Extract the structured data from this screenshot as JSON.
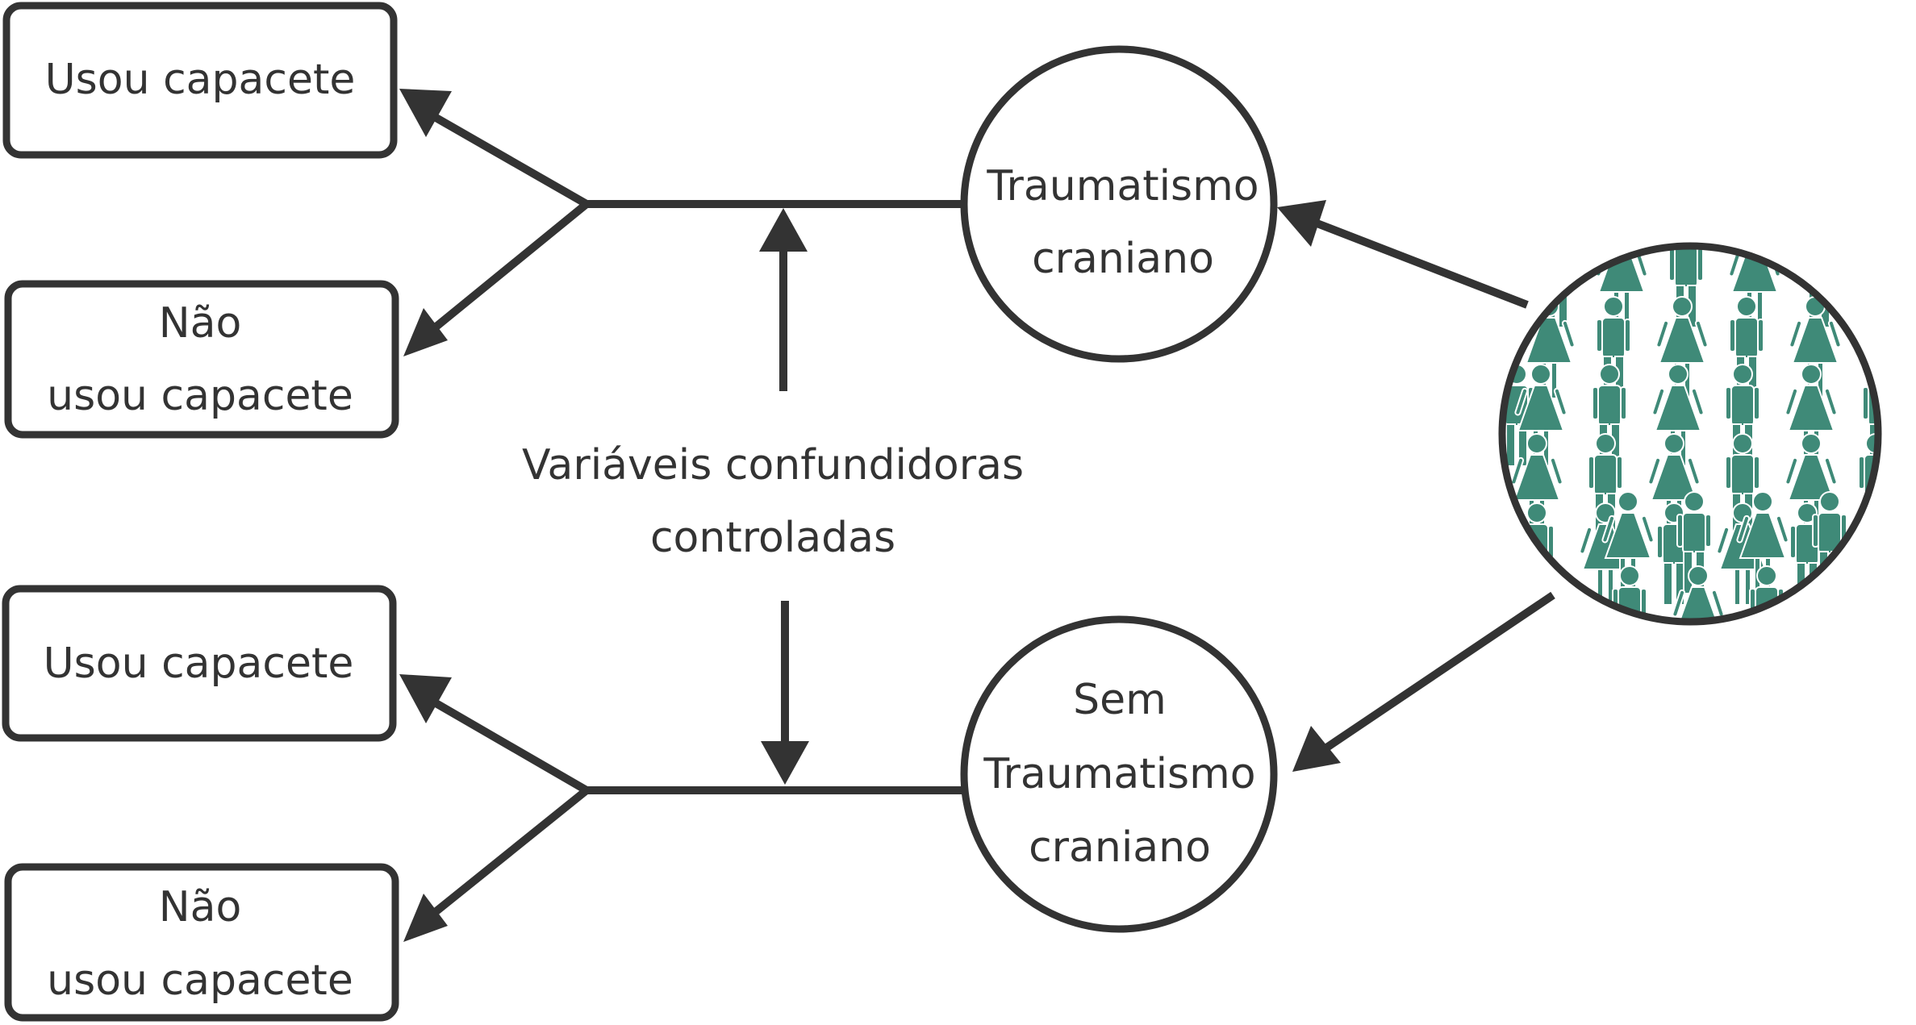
{
  "boxes": {
    "top_helmet": "Usou capacete",
    "top_no_helmet_1": "Não",
    "top_no_helmet_2": "usou capacete",
    "bottom_helmet": "Usou capacete",
    "bottom_no_helmet_1": "Não",
    "bottom_no_helmet_2": "usou capacete"
  },
  "circles": {
    "trauma_1": "Traumatismo",
    "trauma_2": "craniano",
    "no_trauma_1": "Sem",
    "no_trauma_2": "Traumatismo",
    "no_trauma_3": "craniano"
  },
  "center_label": {
    "line1": "Variáveis confundidoras",
    "line2": "controladas"
  },
  "population": {
    "icon": "crowd-of-people-icon",
    "color": "#3f8a78"
  },
  "colors": {
    "ink": "#333333"
  }
}
